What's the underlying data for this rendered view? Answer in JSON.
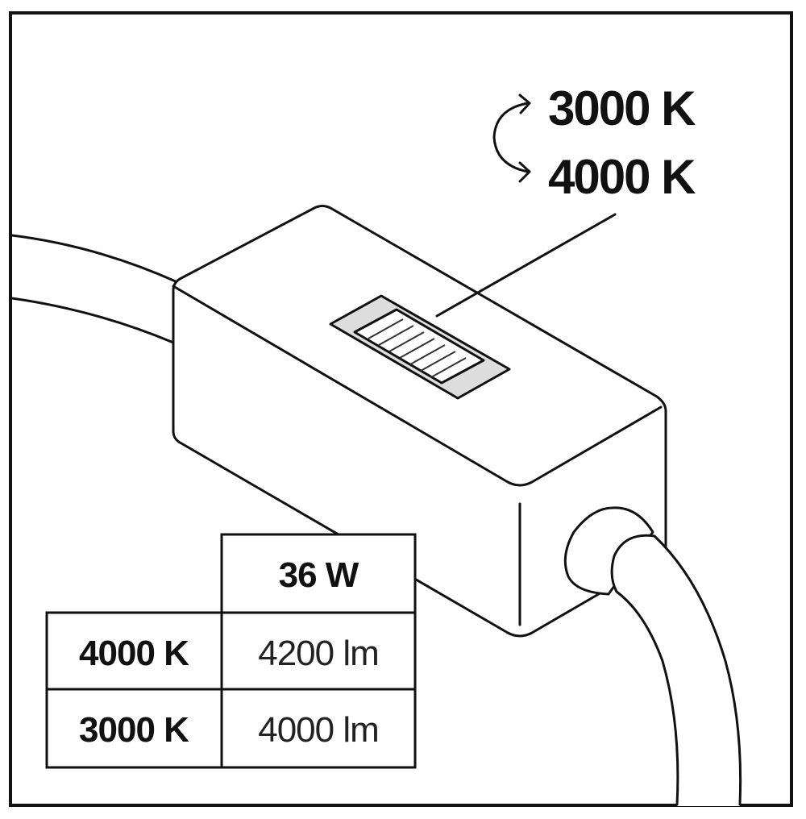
{
  "diagram": {
    "switch_options": [
      "3000 K",
      "4000 K"
    ],
    "table": {
      "column_header": "36 W",
      "rows": [
        {
          "label": "4000 K",
          "value": "4200 lm"
        },
        {
          "label": "3000 K",
          "value": "4000 lm"
        }
      ]
    }
  }
}
